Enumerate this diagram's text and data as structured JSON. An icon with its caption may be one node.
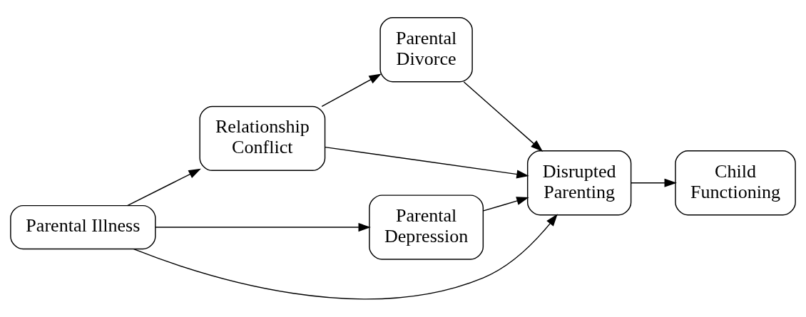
{
  "diagram": {
    "nodes": [
      {
        "text": [
          "Parental Illness"
        ]
      },
      {
        "text": [
          "Relationship Conflict"
        ]
      },
      {
        "text": [
          "Parental Divorce"
        ]
      },
      {
        "text": [
          "Parental Depression"
        ]
      },
      {
        "text": [
          "Disrupted Parenting"
        ]
      },
      {
        "text": [
          "Child Functioning"
        ]
      }
    ],
    "edges": [
      {
        "from": 0,
        "to": 1,
        "arrow": "to"
      },
      {
        "from": 0,
        "to": 4,
        "arrow": "to"
      },
      {
        "from": 0,
        "to": 3,
        "arrow": "to"
      },
      {
        "from": 1,
        "to": 2,
        "arrow": "to"
      },
      {
        "from": 1,
        "to": 4,
        "arrow": "to"
      },
      {
        "from": 2,
        "to": 4,
        "arrow": "to"
      },
      {
        "from": 3,
        "to": 4,
        "arrow": "to"
      },
      {
        "from": 4,
        "to": 5,
        "arrow": "to"
      }
    ]
  }
}
